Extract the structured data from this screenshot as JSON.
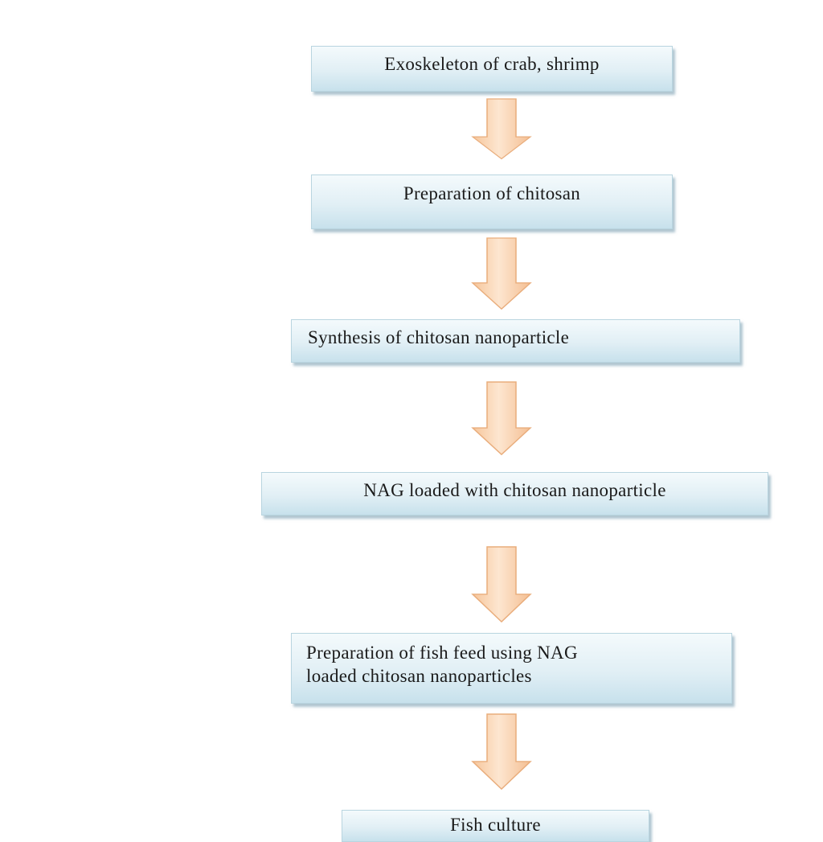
{
  "steps": [
    "Exoskeleton of crab, shrimp",
    "Preparation of chitosan",
    "Synthesis of chitosan nanoparticle",
    "NAG loaded with chitosan nanoparticle",
    "Preparation of fish feed using NAG\nloaded chitosan nanoparticles",
    "Fish culture"
  ],
  "colors": {
    "box_fill_top": "#f4fafc",
    "box_fill_bottom": "#c7e1ec",
    "box_border": "#b9d5e0",
    "arrow_fill": "#fbd8b8",
    "arrow_stroke": "#e9ad7c"
  }
}
